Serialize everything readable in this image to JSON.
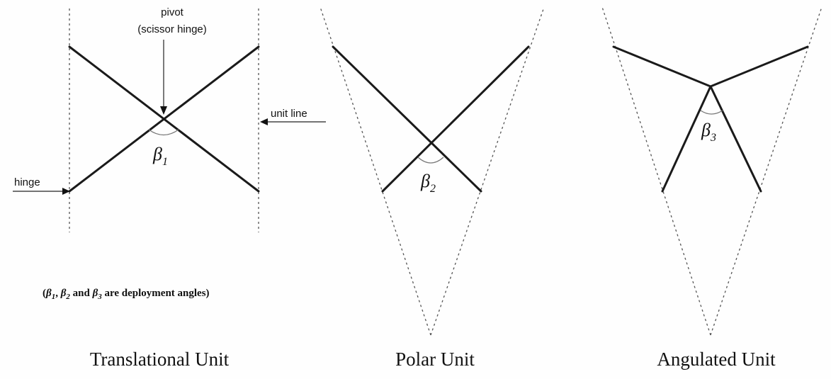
{
  "units": {
    "translational": {
      "title": "Translational Unit",
      "angle_symbol": "β",
      "angle_index": "1"
    },
    "polar": {
      "title": "Polar Unit",
      "angle_symbol": "β",
      "angle_index": "2"
    },
    "angulated": {
      "title": "Angulated Unit",
      "angle_symbol": "β",
      "angle_index": "3"
    }
  },
  "annotations": {
    "pivot_line1": "pivot",
    "pivot_line2": "(scissor hinge)",
    "unit_line": "unit line",
    "hinge": "hinge"
  },
  "note": {
    "open": "(",
    "beta": "β",
    "i1": "1",
    "sep1": ", ",
    "i2": "2",
    "and": " and ",
    "i3": "3",
    "rest": " are  deployment angles)"
  }
}
